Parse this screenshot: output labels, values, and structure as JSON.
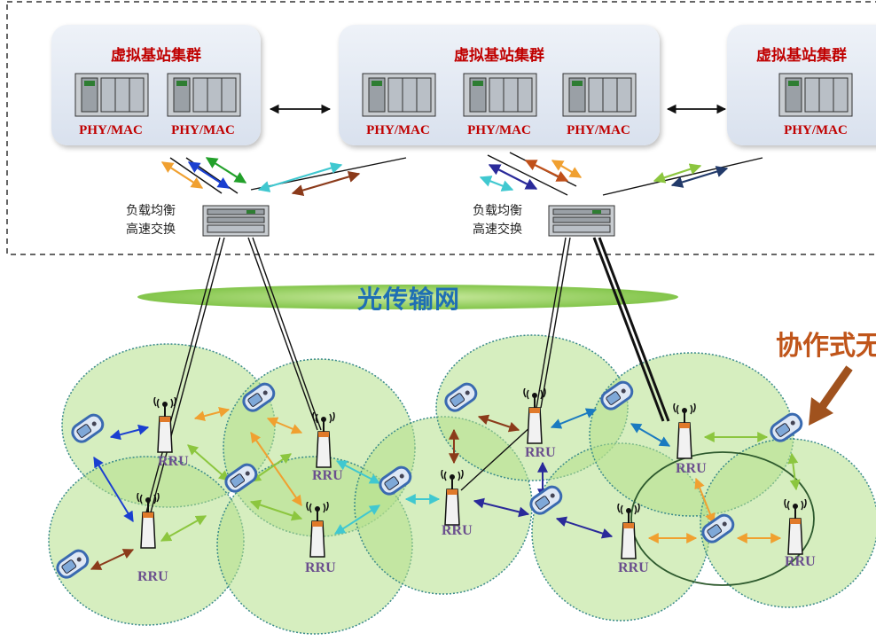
{
  "clusters": [
    {
      "title": "虚拟基站集群",
      "units": [
        "PHY/MAC",
        "PHY/MAC"
      ]
    },
    {
      "title": "虚拟基站集群",
      "units": [
        "PHY/MAC",
        "PHY/MAC",
        "PHY/MAC"
      ]
    },
    {
      "title": "虚拟基站集群",
      "units": [
        "PHY/MAC"
      ]
    }
  ],
  "load_balancers": [
    {
      "line1": "负载均衡",
      "line2": "高速交换"
    },
    {
      "line1": "负载均衡",
      "line2": "高速交换"
    }
  ],
  "network_label": "光传输网",
  "cooperative_label": "协作式无",
  "rru_label": "RRU",
  "colors": {
    "title_red": "#c00000",
    "cell_green": "#b5e08a",
    "network_green": "#7cc241",
    "rru_text": "#6b4f8e",
    "network_text": "#1f6fb3",
    "cooperative_text": "#c0551a"
  },
  "icons": [
    "server-rack-icon",
    "switch-icon",
    "antenna-icon",
    "mobile-phone-icon",
    "arrow-icon"
  ]
}
